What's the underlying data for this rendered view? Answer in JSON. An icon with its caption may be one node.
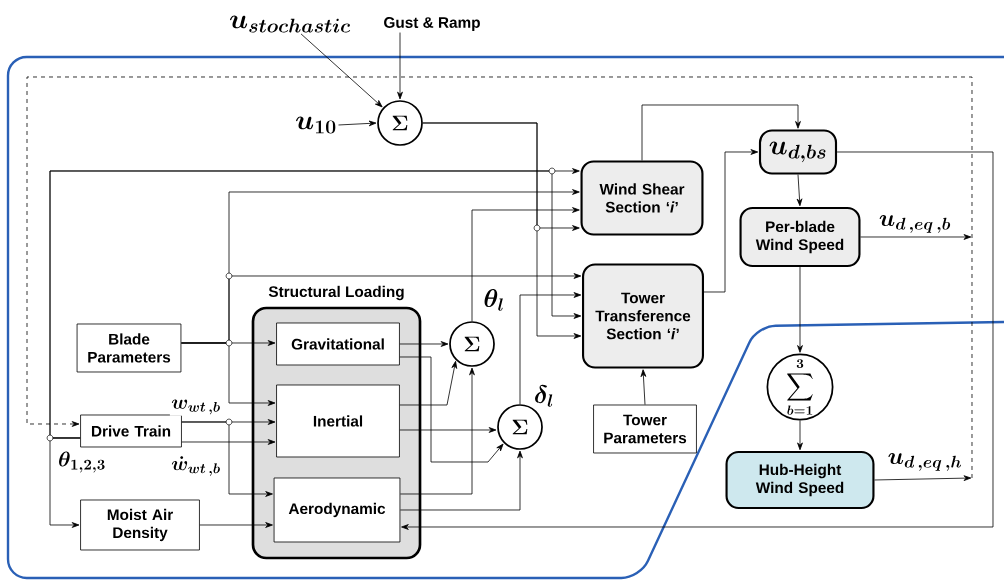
{
  "diagram": {
    "nodes": [
      {
        "text": [
          "\\Sigma"
        ]
      },
      {
        "text": [
          "u_{stochastic}"
        ]
      },
      {
        "text": [
          "Gust & Ramp"
        ]
      },
      {
        "text": [
          "u_{10}"
        ]
      },
      {
        "text": [
          "Wind Shear Section ‘*i*’"
        ]
      },
      {
        "text": [
          "Tower Transference Section ‘*i*’"
        ]
      },
      {
        "text": [
          "u_{d,bs}"
        ]
      },
      {
        "text": [
          "Per-blade Wind Speed"
        ]
      },
      {
        "text": [
          "\\sum_{b=1}^{3}"
        ]
      },
      {
        "text": [
          "Hub-Height Wind Speed"
        ]
      },
      {
        "text": [
          "Tower Parameters"
        ]
      },
      {
        "text": [
          "Structural Loading"
        ]
      },
      {
        "text": [
          "Gravitational"
        ],
        "in": 11
      },
      {
        "text": [
          "Inertial"
        ],
        "in": 11
      },
      {
        "text": [
          "Aerodynamic"
        ],
        "in": 11
      },
      {
        "text": [
          "Blade Parameters"
        ]
      },
      {
        "text": [
          "Drive Train"
        ]
      },
      {
        "text": [
          "Moist Air Density"
        ]
      },
      {
        "text": [
          "\\Sigma"
        ],
        "beside": [
          "\\theta_{l}"
        ]
      },
      {
        "text": [
          "\\Sigma"
        ],
        "beside": [
          "\\delta_{l}"
        ]
      }
    ],
    "edges": [
      {
        "from": 1,
        "to": 0,
        "arrow": "to"
      },
      {
        "from": 2,
        "to": 0,
        "arrow": "to"
      },
      {
        "from": 3,
        "to": 0,
        "arrow": "to"
      },
      {
        "from": 0,
        "to": 4,
        "arrow": "to"
      },
      {
        "from": 0,
        "to": 5,
        "arrow": "to"
      },
      {
        "from": 4,
        "to": 6,
        "arrow": "to"
      },
      {
        "from": 5,
        "to": 6,
        "arrow": "to"
      },
      {
        "from": 6,
        "to": 7,
        "arrow": "to"
      },
      {
        "from": 7,
        "to": 8,
        "arrow": "to"
      },
      {
        "from": 8,
        "to": 9,
        "arrow": "to"
      },
      {
        "from": 7,
        "to": null,
        "arrow": "to",
        "label": "u_{d\\,,eq\\,,b}"
      },
      {
        "from": 9,
        "to": null,
        "arrow": "to",
        "label": "u_{d\\,,eq\\,,h}"
      },
      {
        "from": 6,
        "to": 14,
        "arrow": "to"
      },
      {
        "from": null,
        "to": 16,
        "arrow": "to",
        "style": "dashed"
      },
      {
        "from": 16,
        "to": 4,
        "arrow": "to",
        "label": "\\theta_{1,2,3}"
      },
      {
        "from": 16,
        "to": 5,
        "arrow": "to"
      },
      {
        "from": 16,
        "to": 17,
        "arrow": "to"
      },
      {
        "from": 15,
        "to": 12,
        "arrow": "to"
      },
      {
        "from": 15,
        "to": 13,
        "arrow": "to"
      },
      {
        "from": 15,
        "to": 4,
        "arrow": "to"
      },
      {
        "from": 15,
        "to": 5,
        "arrow": "to"
      },
      {
        "from": 16,
        "to": 13,
        "arrow": "to",
        "label": "w_{wt\\,,b}"
      },
      {
        "from": 16,
        "to": 14,
        "arrow": "to"
      },
      {
        "from": 16,
        "to": 13,
        "arrow": "to",
        "label": "\\dot{w}_{wt\\,,b}"
      },
      {
        "from": 17,
        "to": 14,
        "arrow": "to"
      },
      {
        "from": 12,
        "to": 18,
        "arrow": "to"
      },
      {
        "from": 13,
        "to": 18,
        "arrow": "to"
      },
      {
        "from": 14,
        "to": 18,
        "arrow": "to"
      },
      {
        "from": 12,
        "to": 19,
        "arrow": "to"
      },
      {
        "from": 13,
        "to": 19,
        "arrow": "to"
      },
      {
        "from": 14,
        "to": 19,
        "arrow": "to"
      },
      {
        "from": 18,
        "to": 4,
        "arrow": "to"
      },
      {
        "from": 19,
        "to": 5,
        "arrow": "to"
      },
      {
        "from": 10,
        "to": 5,
        "arrow": "to"
      }
    ]
  }
}
